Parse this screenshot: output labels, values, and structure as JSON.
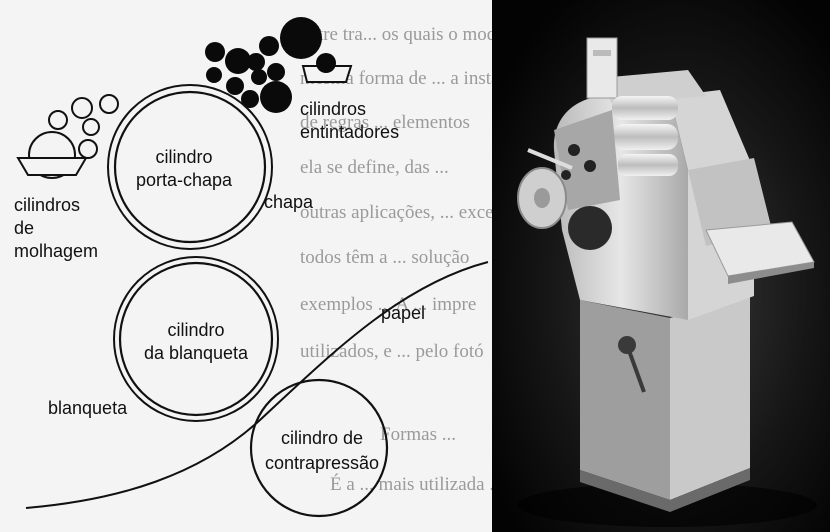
{
  "diagram": {
    "background_text": [
      "entre tra... os quais o modelo atu",
      "mesma forma de ... a instalação",
      "de regras ... elementos",
      "ela se define, das ...",
      "outras aplicações, ... excessivos",
      "todos têm a ... solução",
      "exemplos ... A ... impre",
      "utilizados, e ... pelo fotó",
      "Formas ...",
      "É a ... mais utilizada ..."
    ],
    "labels": {
      "porta_chapa_1": "cilindro",
      "porta_chapa_2": "porta-chapa",
      "chapa": "chapa",
      "entintadores_1": "cilindros",
      "entintadores_2": "entintadores",
      "molhagem_1": "cilindros",
      "molhagem_2": "de",
      "molhagem_3": "molhagem",
      "blanqueta_cyl_1": "cilindro",
      "blanqueta_cyl_2": "da blanqueta",
      "blanqueta": "blanqueta",
      "papel": "papel",
      "contrapressao_1": "cilindro de",
      "contrapressao_2": "contrapressão"
    },
    "colors": {
      "line": "#111111",
      "ink_roller": "#0a0a0a",
      "background": "#f4f4f4"
    }
  },
  "photo": {
    "subject": "offset printing press",
    "colors": {
      "background": "#050505",
      "machine": "#d8d8d8"
    }
  }
}
